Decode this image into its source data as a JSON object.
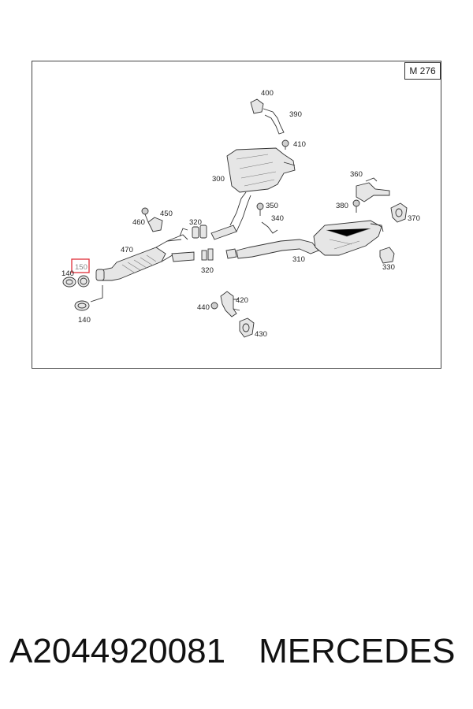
{
  "diagram": {
    "model_code": "M 276",
    "highlighted_part": "150",
    "labels": {
      "p140a": "140",
      "p150": "150",
      "p140b": "140",
      "p470": "470",
      "p460": "460",
      "p450": "450",
      "p320a": "320",
      "p320b": "320",
      "p300": "300",
      "p400": "400",
      "p390": "390",
      "p410": "410",
      "p350": "350",
      "p340": "340",
      "p310": "310",
      "p360": "360",
      "p380": "380",
      "p370": "370",
      "p330": "330",
      "p440": "440",
      "p420": "420",
      "p430": "430"
    },
    "highlight_color": "#e0303a"
  },
  "footer": {
    "part_number": "A2044920081",
    "brand": "MERCEDES"
  }
}
